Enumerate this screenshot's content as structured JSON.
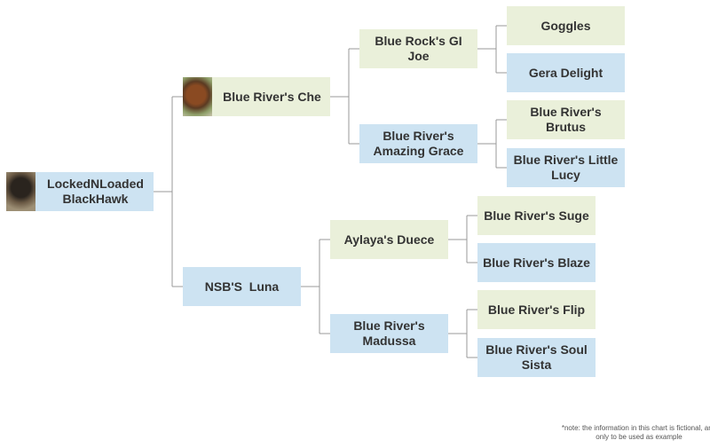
{
  "root": {
    "name": "LockedNLoaded BlackHawk"
  },
  "sire": {
    "name": "Blue River's Che"
  },
  "dam": {
    "name": "NSB'S  Luna"
  },
  "sire_sire": {
    "name": "Blue Rock's GI Joe"
  },
  "sire_dam": {
    "name": "Blue River's Amazing Grace"
  },
  "sire_sire_sire": {
    "name": "Goggles"
  },
  "sire_sire_dam": {
    "name": "Gera Delight"
  },
  "sire_dam_sire": {
    "name": "Blue River's Brutus"
  },
  "sire_dam_dam": {
    "name": "Blue River's Little Lucy"
  },
  "dam_sire": {
    "name": "Aylaya's Duece"
  },
  "dam_dam": {
    "name": "Blue River's Madussa"
  },
  "dam_sire_sire": {
    "name": "Blue River's Suge"
  },
  "dam_sire_dam": {
    "name": "Blue River's Blaze"
  },
  "dam_dam_sire": {
    "name": "Blue River's Flip"
  },
  "dam_dam_dam": {
    "name": "Blue River's Soul Sista"
  },
  "note": "*note: the information in this chart is fictional, and only to be used as example",
  "colors": {
    "male_box": "#eaf0da",
    "female_box": "#cde3f2",
    "line": "#999999"
  }
}
